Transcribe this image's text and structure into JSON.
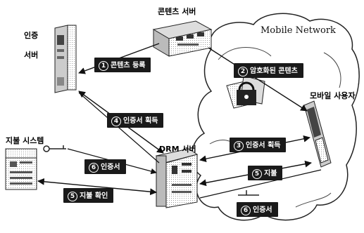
{
  "nodes": {
    "content_server": "콘텐츠 서버",
    "auth_server_line1": "인증",
    "auth_server_line2": "서버",
    "payment_system": "지불 시스템",
    "drm_server": "DRM 서버",
    "mobile_user": "모바일 사용자",
    "mobile_network": "Mobile Network"
  },
  "steps": [
    {
      "num": "1",
      "label": "콘텐츠 등록"
    },
    {
      "num": "2",
      "label": "암호화된 콘텐츠"
    },
    {
      "num": "4",
      "label": "인증서 획득"
    },
    {
      "num": "3",
      "label": "인증서 획득"
    },
    {
      "num": "6",
      "label": "인증서"
    },
    {
      "num": "5",
      "label": "지불"
    },
    {
      "num": "5",
      "label": "지불 확인"
    },
    {
      "num": "6",
      "label": "인증서"
    }
  ]
}
